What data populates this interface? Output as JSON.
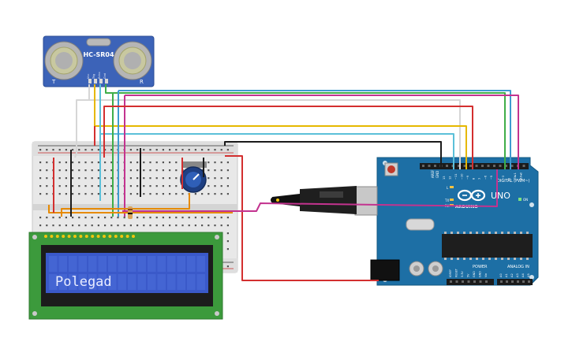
{
  "sensor": {
    "model": "HC-SR04",
    "pin_labels": [
      "Vcc",
      "Trig",
      "Echo",
      "Gnd"
    ],
    "corner_left": "T",
    "corner_right": "R"
  },
  "lcd": {
    "text": "Polegad"
  },
  "arduino": {
    "brand": "ARDUINO",
    "model": "UNO",
    "digital_label": "DIGITAL (PWM~)",
    "aref": "AREF",
    "gnd": "GND",
    "led_l": "L",
    "led_tx": "TX",
    "led_rx": "RX",
    "on_label": "ON",
    "power_label": "POWER",
    "analog_label": "ANALOG IN",
    "digital_pins": [
      "13",
      "12",
      "~11",
      "~10",
      "~9",
      "8",
      "7",
      "~6",
      "~5",
      "4",
      "~3",
      "2",
      "TX▸1",
      "RX◂0"
    ],
    "power_pins": [
      "IOREF",
      "RESET",
      "3.3V",
      "5V",
      "GND",
      "GND",
      "Vin"
    ],
    "analog_pins": [
      "A0",
      "A1",
      "A2",
      "A3",
      "A4",
      "A5"
    ]
  },
  "colors": {
    "board": "#1d6fa5",
    "breadboard": "#e9e9e9",
    "lcd_pcb": "#3c9a3c",
    "lcd_screen": "#3a59c9",
    "lcd_text": "#e8ecff",
    "sensor": "#3c63b8"
  }
}
